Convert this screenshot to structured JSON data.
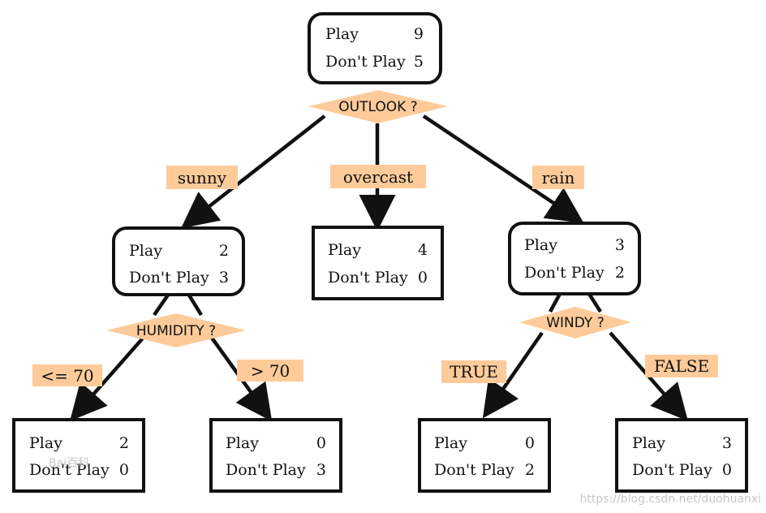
{
  "colors": {
    "label_fill": "#fdcb9a",
    "stroke": "#111111",
    "watermark": "#c8c8c8"
  },
  "tree": {
    "root": {
      "play_label": "Play",
      "play_value": "9",
      "dont_label": "Don't Play",
      "dont_value": "5"
    },
    "q_outlook": "OUTLOOK ?",
    "edge_sunny": "sunny",
    "edge_overcast": "overcast",
    "edge_rain": "rain",
    "sunny": {
      "play_label": "Play",
      "play_value": "2",
      "dont_label": "Don't Play",
      "dont_value": "3"
    },
    "overcast": {
      "play_label": "Play",
      "play_value": "4",
      "dont_label": "Don't Play",
      "dont_value": "0"
    },
    "rain": {
      "play_label": "Play",
      "play_value": "3",
      "dont_label": "Don't Play",
      "dont_value": "2"
    },
    "q_humidity": "HUMIDITY ?",
    "q_windy": "WINDY ?",
    "edge_le70": "<= 70",
    "edge_gt70": "> 70",
    "edge_true": "TRUE",
    "edge_false": "FALSE",
    "leaf_le70": {
      "play_label": "Play",
      "play_value": "2",
      "dont_label": "Don't Play",
      "dont_value": "0"
    },
    "leaf_gt70": {
      "play_label": "Play",
      "play_value": "0",
      "dont_label": "Don't Play",
      "dont_value": "3"
    },
    "leaf_true": {
      "play_label": "Play",
      "play_value": "0",
      "dont_label": "Don't Play",
      "dont_value": "2"
    },
    "leaf_false": {
      "play_label": "Play",
      "play_value": "3",
      "dont_label": "Don't Play",
      "dont_value": "0"
    }
  },
  "watermark": {
    "baidu": "Bai百科",
    "url": "https://blog.csdn.net/duohuanxi"
  }
}
